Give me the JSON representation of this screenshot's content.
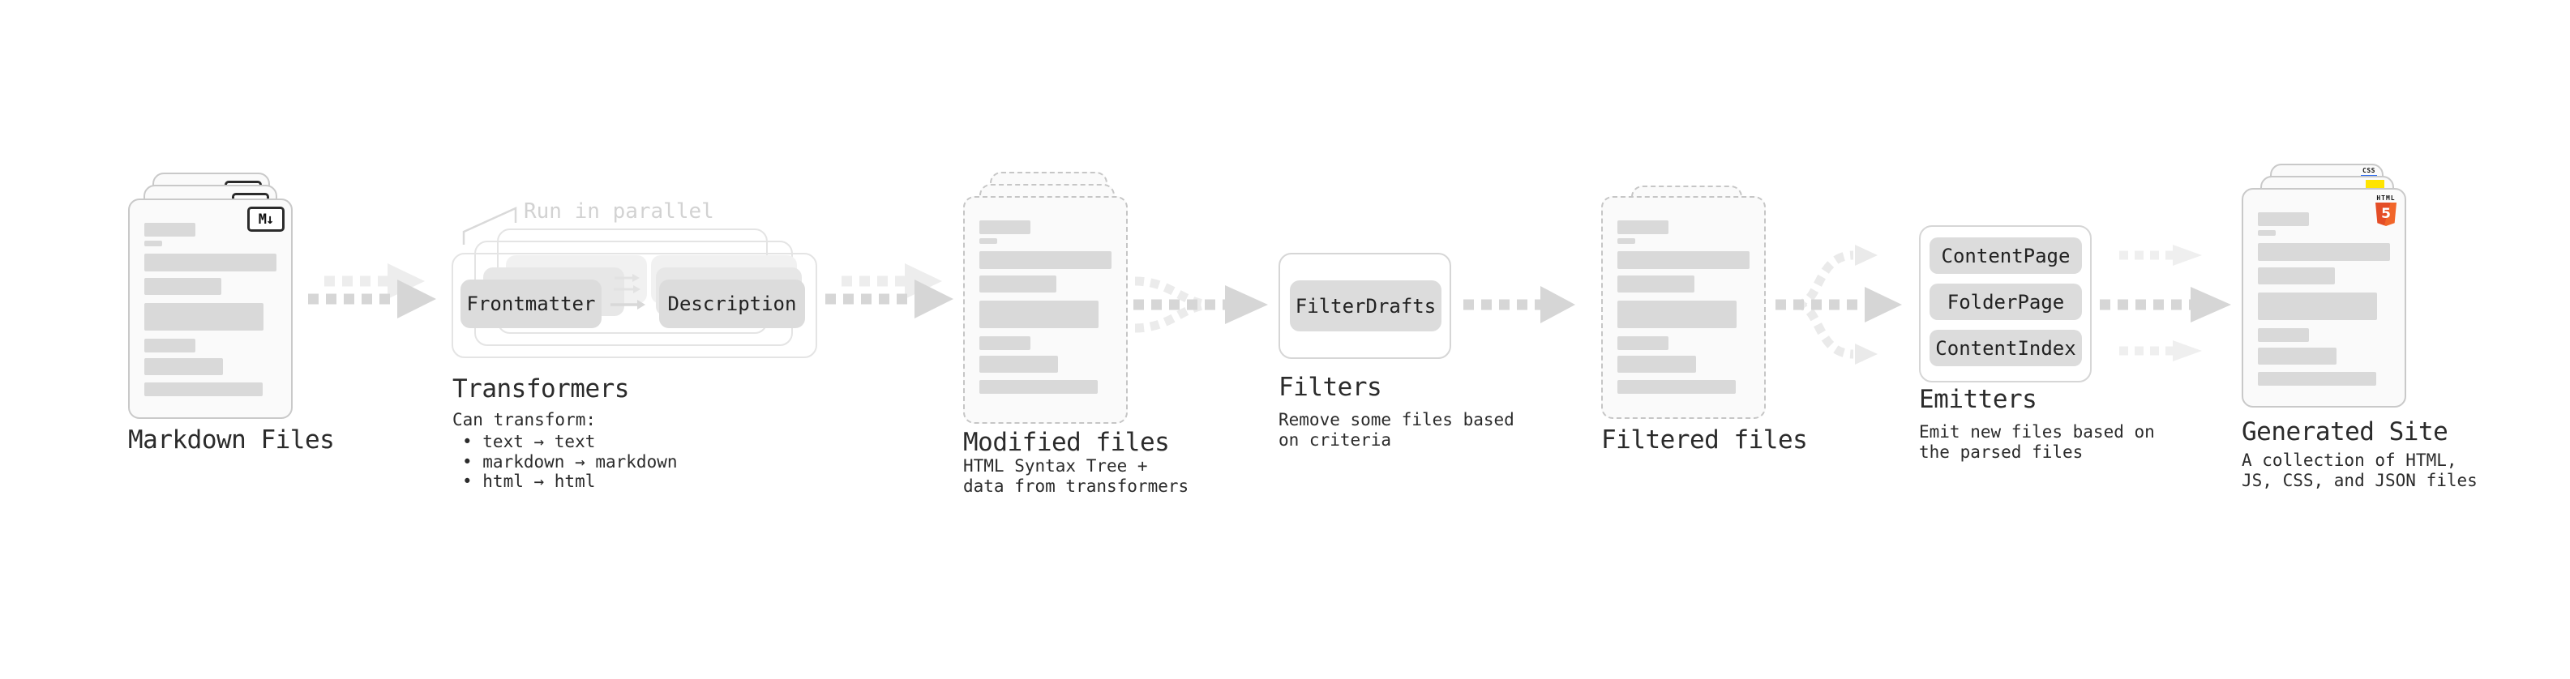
{
  "colors": {
    "text": "#2b2b2b",
    "muted_annotation": "#d2d2d2",
    "skeleton_bar": "#d9d9d9",
    "card_border": "#c9c9c9",
    "card_background": "#fafafa",
    "container_border": "#e4e4e4",
    "chip_background": "#dcdcdc",
    "arrow_dark": "#d6d6d6",
    "arrow_light": "#ededed",
    "html5_orange": "#e44d26",
    "js_yellow": "#ffe400",
    "css_blue": "#2e6bef"
  },
  "stages": {
    "markdown_files": {
      "label": "Markdown Files",
      "badge": "M↓"
    },
    "transformers": {
      "label": "Transformers",
      "annotation": "Run in parallel",
      "input_chip": "Frontmatter",
      "output_chip": "Description",
      "description": "Can transform:",
      "bullets": [
        "• text → text",
        "• markdown → markdown",
        "• html → html"
      ]
    },
    "modified_files": {
      "label": "Modified files",
      "description": "HTML Syntax Tree +\ndata from transformers"
    },
    "filters": {
      "label": "Filters",
      "chip": "FilterDrafts",
      "description": "Remove some files based\non criteria"
    },
    "filtered_files": {
      "label": "Filtered files"
    },
    "emitters": {
      "label": "Emitters",
      "chips": [
        "ContentPage",
        "FolderPage",
        "ContentIndex"
      ],
      "description": "Emit new files based on\nthe parsed files"
    },
    "generated_site": {
      "label": "Generated Site",
      "description": "A collection of HTML,\nJS, CSS, and JSON files",
      "css_badge": "CSS",
      "html_badge_word": "HTML",
      "html_badge_number": "5"
    }
  }
}
